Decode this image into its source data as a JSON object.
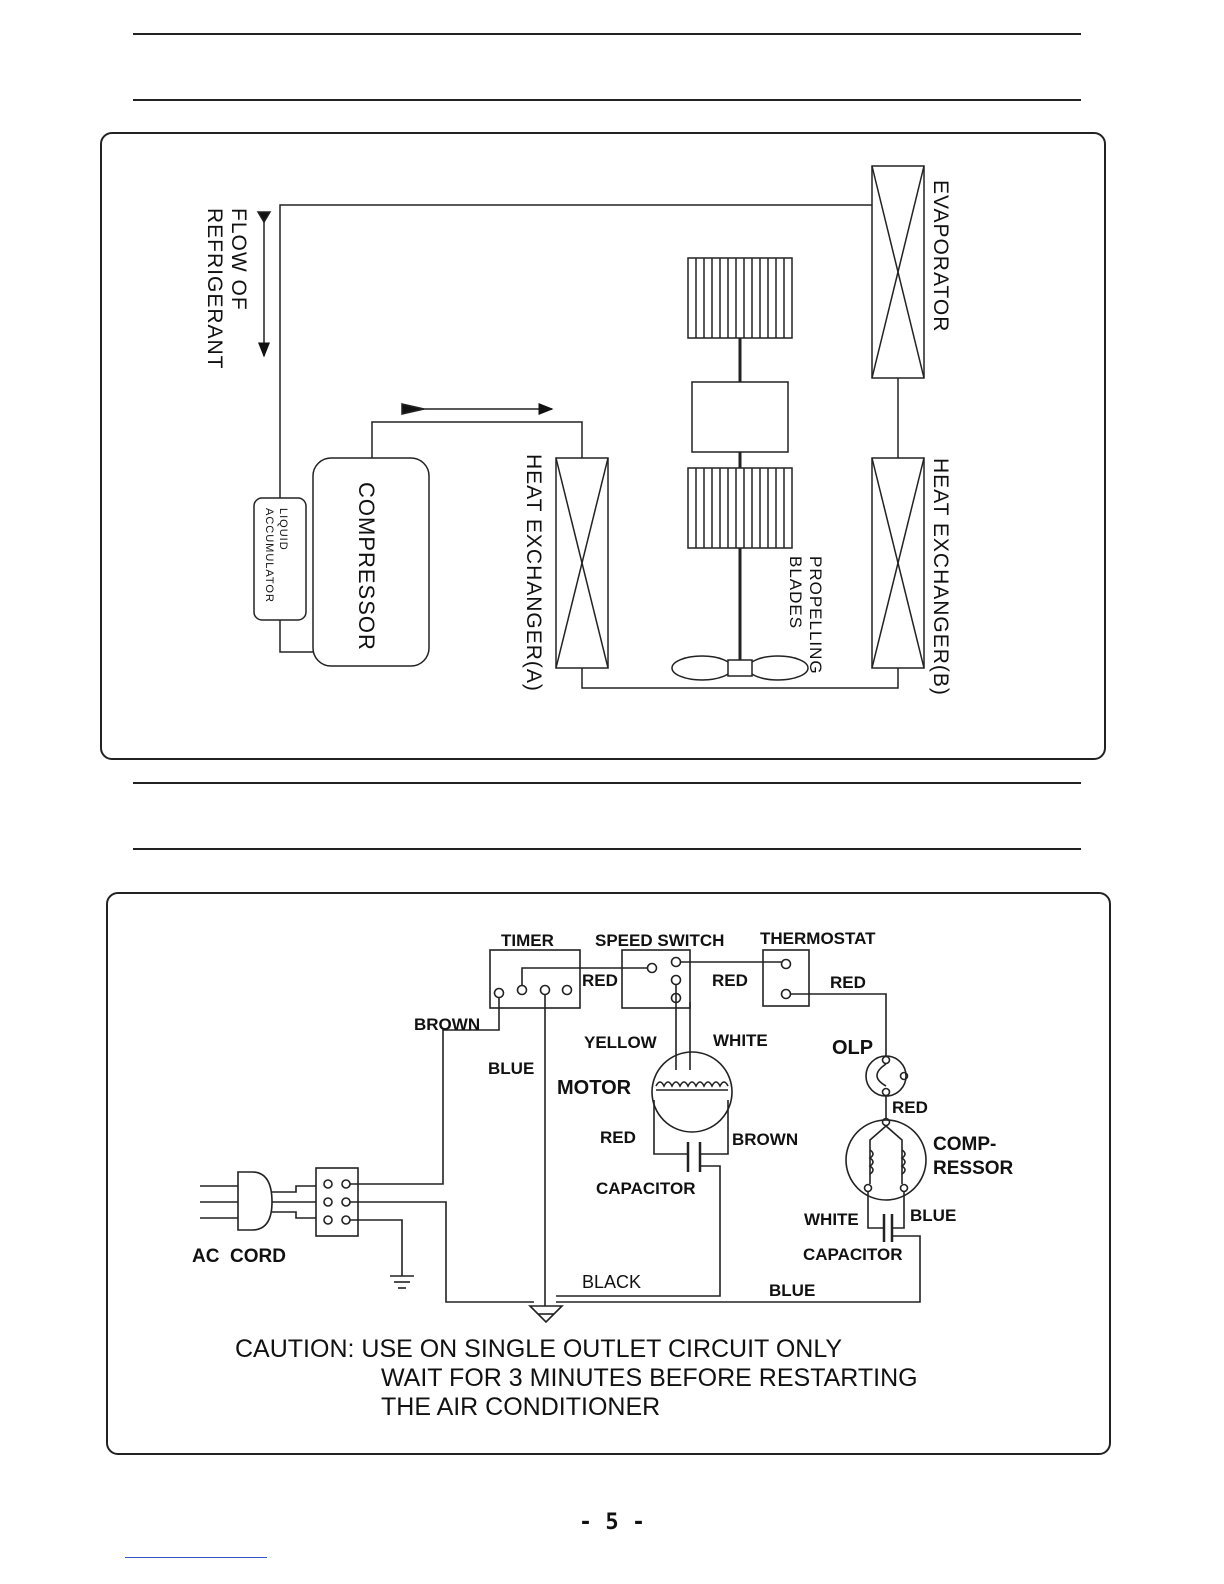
{
  "flow_diagram": {
    "flow_label_line1": "FLOW OF",
    "flow_label_line2": "REFRIGERANT",
    "evaporator": "EVAPORATOR",
    "heat_exchanger_b": "HEAT EXCHANGER(B)",
    "heat_exchanger_a": "HEAT EXCHANGER(A)",
    "compressor": "COMPRESSOR",
    "accumulator_line1": "LIQUID",
    "accumulator_line2": "ACCUMULATOR",
    "blades_line1": "PROPELLING",
    "blades_line2": "BLADES"
  },
  "wiring_diagram": {
    "timer": "TIMER",
    "speed_switch": "SPEED SWITCH",
    "thermostat": "THERMOSTAT",
    "wire_red_1": "RED",
    "wire_red_2": "RED",
    "wire_red_3": "RED",
    "wire_red_4": "RED",
    "wire_red_5": "RED",
    "wire_brown_1": "BROWN",
    "wire_brown_2": "BROWN",
    "wire_blue_1": "BLUE",
    "wire_blue_2": "BLUE",
    "wire_blue_3": "BLUE",
    "wire_yellow": "YELLOW",
    "wire_white_1": "WHITE",
    "wire_white_2": "WHITE",
    "wire_black": "BLACK",
    "motor": "MOTOR",
    "capacitor_1": "CAPACITOR",
    "capacitor_2": "CAPACITOR",
    "olp": "OLP",
    "compressor_line1": "COMP-",
    "compressor_line2": "RESSOR",
    "ac_cord": "AC  CORD",
    "caution_line1": "CAUTION: USE ON SINGLE OUTLET CIRCUIT ONLY",
    "caution_line2": "WAIT FOR 3 MINUTES BEFORE RESTARTING",
    "caution_line3": "THE AIR CONDITIONER"
  },
  "page_number": "- 5 -"
}
